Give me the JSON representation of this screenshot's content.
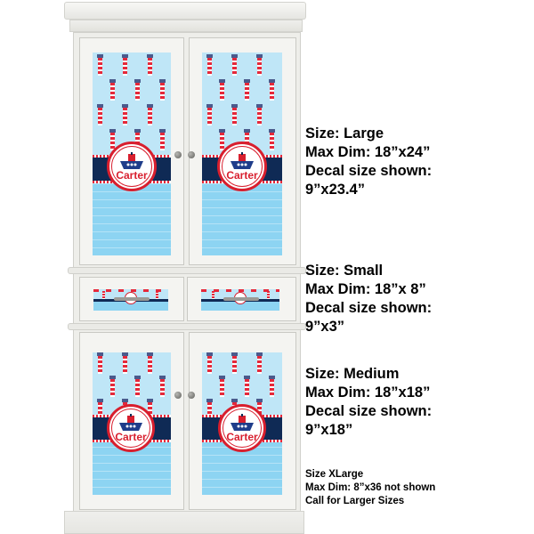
{
  "product": {
    "name_on_decal": "Carter",
    "theme": "nautical lighthouse tugboat",
    "colors": {
      "sky": "#bfe6f7",
      "water": "#8dd4f2",
      "navy_band": "#0f2a55",
      "red": "#d81f2e",
      "cabinet": "#f1f1ee"
    }
  },
  "sizes": [
    {
      "size_line": "Size: Large",
      "max_dim_line": "Max Dim: 18”x24”",
      "decal_label": "Decal size shown:",
      "decal_value": "9”x23.4”"
    },
    {
      "size_line": "Size: Small",
      "max_dim_line": "Max Dim: 18”x 8”",
      "decal_label": "Decal size shown:",
      "decal_value": "9”x3”"
    },
    {
      "size_line": "Size: Medium",
      "max_dim_line": "Max Dim: 18”x18”",
      "decal_label": "Decal size shown:",
      "decal_value": "9”x18”"
    }
  ],
  "xlarge": {
    "size_line": "Size XLarge",
    "max_dim_line": "Max Dim: 8”x36 not shown",
    "note": "Call for Larger Sizes"
  }
}
